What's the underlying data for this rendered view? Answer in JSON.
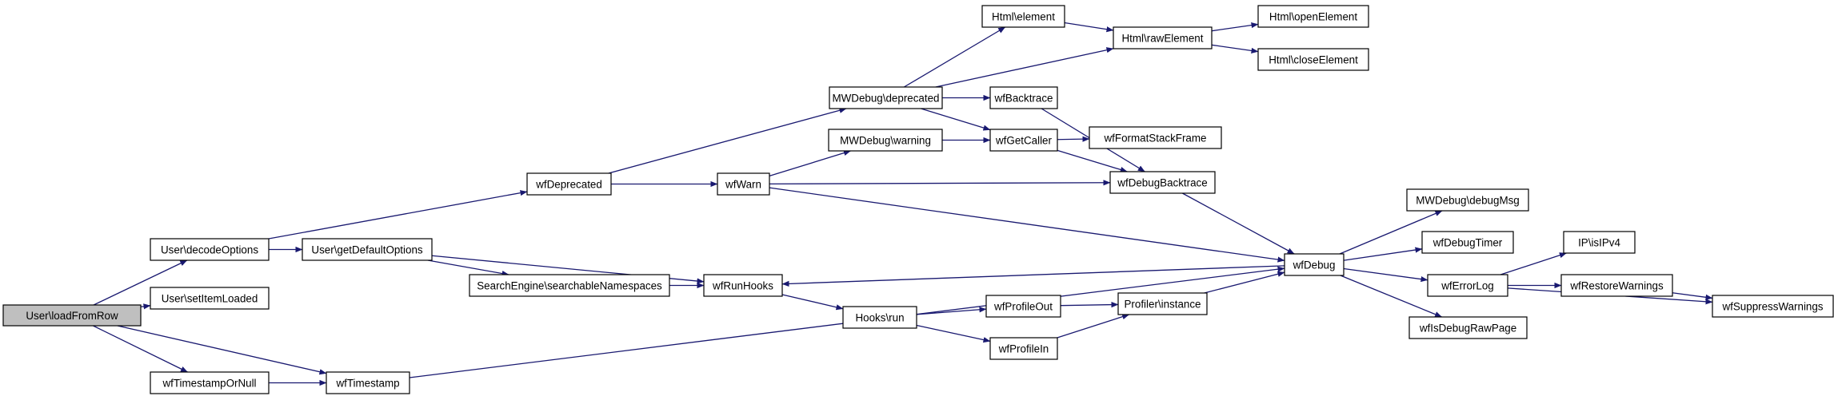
{
  "colors": {
    "node_fill": "#ffffff",
    "root_fill": "#bfbfbf",
    "node_border": "#000000",
    "edge": "#191970",
    "background": "#ffffff"
  },
  "diagram": {
    "type": "call-graph",
    "root": "User\\loadFromRow",
    "nodes": [
      {
        "id": "loadFromRow",
        "label": "User\\loadFromRow",
        "root": true
      },
      {
        "id": "decodeOptions",
        "label": "User\\decodeOptions"
      },
      {
        "id": "setItemLoaded",
        "label": "User\\setItemLoaded"
      },
      {
        "id": "wfTimestampOrNull",
        "label": "wfTimestampOrNull"
      },
      {
        "id": "getDefaultOptions",
        "label": "User\\getDefaultOptions"
      },
      {
        "id": "wfTimestamp",
        "label": "wfTimestamp"
      },
      {
        "id": "wfDeprecated",
        "label": "wfDeprecated"
      },
      {
        "id": "searchableNamespaces",
        "label": "SearchEngine\\searchableNamespaces"
      },
      {
        "id": "wfRunHooks",
        "label": "wfRunHooks"
      },
      {
        "id": "wfWarn",
        "label": "wfWarn"
      },
      {
        "id": "hooksRun",
        "label": "Hooks\\run"
      },
      {
        "id": "mwDeprecated",
        "label": "MWDebug\\deprecated"
      },
      {
        "id": "mwWarning",
        "label": "MWDebug\\warning"
      },
      {
        "id": "htmlElement",
        "label": "Html\\element"
      },
      {
        "id": "wfBacktrace",
        "label": "wfBacktrace"
      },
      {
        "id": "wfGetCaller",
        "label": "wfGetCaller"
      },
      {
        "id": "wfProfileOut",
        "label": "wfProfileOut"
      },
      {
        "id": "wfProfileIn",
        "label": "wfProfileIn"
      },
      {
        "id": "rawElement",
        "label": "Html\\rawElement"
      },
      {
        "id": "wfDebugBacktrace",
        "label": "wfDebugBacktrace"
      },
      {
        "id": "profilerInstance",
        "label": "Profiler\\instance"
      },
      {
        "id": "wfFormatStackFrame",
        "label": "wfFormatStackFrame"
      },
      {
        "id": "openElement",
        "label": "Html\\openElement"
      },
      {
        "id": "closeElement",
        "label": "Html\\closeElement"
      },
      {
        "id": "wfDebug",
        "label": "wfDebug"
      },
      {
        "id": "debugMsg",
        "label": "MWDebug\\debugMsg"
      },
      {
        "id": "wfDebugTimer",
        "label": "wfDebugTimer"
      },
      {
        "id": "wfErrorLog",
        "label": "wfErrorLog"
      },
      {
        "id": "wfIsDebugRawPage",
        "label": "wfIsDebugRawPage"
      },
      {
        "id": "isIPv4",
        "label": "IP\\isIPv4"
      },
      {
        "id": "wfRestoreWarnings",
        "label": "wfRestoreWarnings"
      },
      {
        "id": "wfSuppressWarnings",
        "label": "wfSuppressWarnings"
      }
    ],
    "edges": [
      [
        "loadFromRow",
        "decodeOptions"
      ],
      [
        "loadFromRow",
        "setItemLoaded"
      ],
      [
        "loadFromRow",
        "wfTimestampOrNull"
      ],
      [
        "loadFromRow",
        "wfTimestamp"
      ],
      [
        "decodeOptions",
        "getDefaultOptions"
      ],
      [
        "decodeOptions",
        "wfDeprecated"
      ],
      [
        "getDefaultOptions",
        "searchableNamespaces"
      ],
      [
        "getDefaultOptions",
        "wfRunHooks"
      ],
      [
        "searchableNamespaces",
        "wfRunHooks"
      ],
      [
        "wfTimestampOrNull",
        "wfTimestamp"
      ],
      [
        "wfTimestamp",
        "wfDebug"
      ],
      [
        "wfDeprecated",
        "wfWarn"
      ],
      [
        "wfDeprecated",
        "mwDeprecated"
      ],
      [
        "wfRunHooks",
        "hooksRun"
      ],
      [
        "hooksRun",
        "wfProfileOut"
      ],
      [
        "hooksRun",
        "wfProfileIn"
      ],
      [
        "wfWarn",
        "mwWarning"
      ],
      [
        "wfWarn",
        "wfDebugBacktrace"
      ],
      [
        "wfWarn",
        "wfDebug"
      ],
      [
        "mwDeprecated",
        "htmlElement"
      ],
      [
        "mwDeprecated",
        "rawElement"
      ],
      [
        "mwDeprecated",
        "wfBacktrace"
      ],
      [
        "mwDeprecated",
        "wfGetCaller"
      ],
      [
        "mwWarning",
        "wfGetCaller"
      ],
      [
        "htmlElement",
        "rawElement"
      ],
      [
        "rawElement",
        "openElement"
      ],
      [
        "rawElement",
        "closeElement"
      ],
      [
        "wfBacktrace",
        "wfDebugBacktrace"
      ],
      [
        "wfGetCaller",
        "wfFormatStackFrame"
      ],
      [
        "wfGetCaller",
        "wfDebugBacktrace"
      ],
      [
        "wfProfileOut",
        "profilerInstance"
      ],
      [
        "wfProfileIn",
        "profilerInstance"
      ],
      [
        "profilerInstance",
        "wfDebug"
      ],
      [
        "wfDebugBacktrace",
        "wfDebug"
      ],
      [
        "wfDebug",
        "wfRunHooks"
      ],
      [
        "wfDebug",
        "debugMsg"
      ],
      [
        "wfDebug",
        "wfDebugTimer"
      ],
      [
        "wfDebug",
        "wfErrorLog"
      ],
      [
        "wfDebug",
        "wfIsDebugRawPage"
      ],
      [
        "wfErrorLog",
        "isIPv4"
      ],
      [
        "wfErrorLog",
        "wfRestoreWarnings"
      ],
      [
        "wfErrorLog",
        "wfSuppressWarnings"
      ],
      [
        "wfRestoreWarnings",
        "wfSuppressWarnings"
      ]
    ]
  }
}
